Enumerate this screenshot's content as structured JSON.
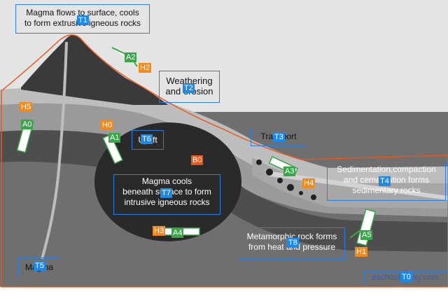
{
  "labels": {
    "surface_flow": [
      "Magma flows to surface, cools",
      "to form extrusive igneous rocks"
    ],
    "weathering": [
      "Weathering",
      "and erosion"
    ],
    "transport": "Transport",
    "sedimentation": [
      "Sedimentation,compaction",
      "and cementation forms",
      "sedimentary rocks"
    ],
    "uplift": "Uplift",
    "intrusive": [
      "Magma cools",
      "beneath surface to form",
      "intrusive igneous rocks"
    ],
    "metamorphic": [
      "Metamorphic rock forms",
      "from heat and pressure"
    ],
    "magma": "Magma",
    "credit": "eschooltoday.com"
  },
  "tags": {
    "T0": "T0",
    "T1": "T1",
    "T2": "T2",
    "T3": "T3",
    "T4": "T4",
    "T5": "T5",
    "T6": "T6",
    "T7": "T7",
    "T8": "T8",
    "A0": "A0",
    "A1": "A1",
    "A2": "A2",
    "A3": "A3",
    "A4": "A4",
    "A5": "A5",
    "H0": "H0",
    "H1": "H1",
    "H2": "H2",
    "H3": "H3",
    "H4": "H4",
    "H5": "H5",
    "B0": "B0"
  },
  "colors": {
    "sky": "#e2e2e2",
    "crust_light": "#c4c4c4",
    "crust_mid": "#8c8c8c",
    "crust_dark": "#555555",
    "mantle": "#6e6e6e",
    "intrusion": "#2b2b2b",
    "volcano": "#3a3a3a",
    "annotation_blue": "#2a7de1",
    "annotation_green": "#3aa64a",
    "annotation_orange": "#f08a1c",
    "annotation_red": "#e8581a"
  }
}
